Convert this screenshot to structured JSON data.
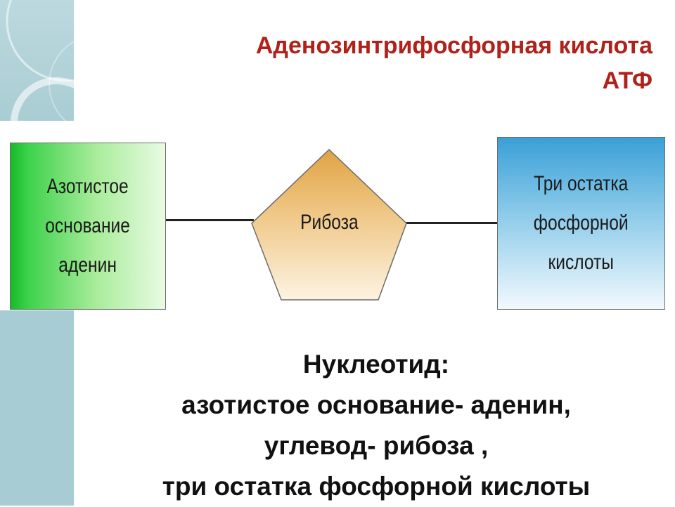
{
  "title": {
    "line1": "Аденозинтрифосфорная кислота",
    "line2": "АТФ"
  },
  "diagram": {
    "left_box": {
      "label": "Азотистое\nоснование\nаденин",
      "color": "#3fd24d"
    },
    "center_shape": {
      "label": "Рибоза",
      "color": "#e8b25c"
    },
    "right_box": {
      "label": "Три остатка\nфосфорной\nкислоты",
      "color": "#3aa0d7"
    }
  },
  "summary": {
    "heading": "Нуклеотид:",
    "line1": "азотистое основание-  аденин,",
    "line2": "углевод-  рибоза ,",
    "line3": "три остатка фосфорной кислоты"
  },
  "colors": {
    "title": "#b0211a",
    "deco_band": "#a7ccd3"
  }
}
